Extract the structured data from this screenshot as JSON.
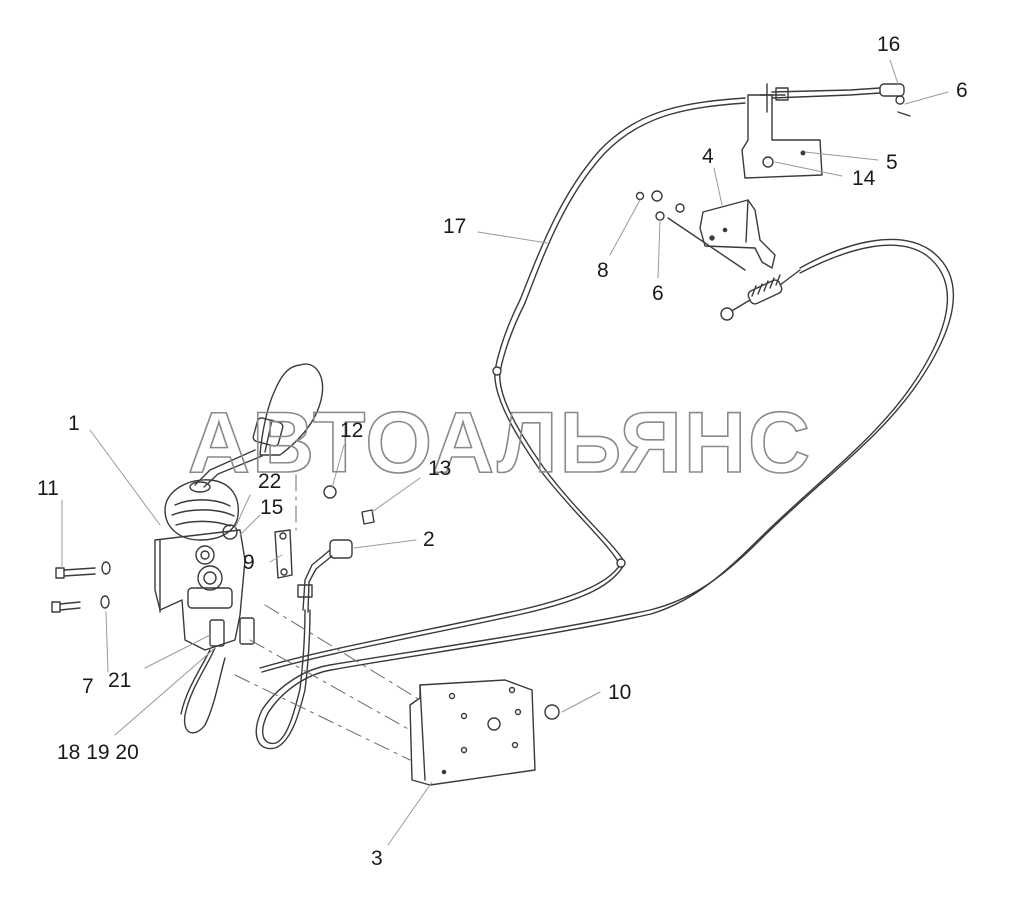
{
  "watermark": {
    "text": "АВТОАЛЬЯНС"
  },
  "callouts": {
    "c1": "1",
    "c2": "2",
    "c3": "3",
    "c4": "4",
    "c5": "5",
    "c6a": "6",
    "c6b": "6",
    "c7": "7",
    "c8": "8",
    "c9": "9",
    "c10": "10",
    "c11": "11",
    "c12": "12",
    "c13": "13",
    "c14": "14",
    "c15": "15",
    "c16": "16",
    "c17": "17",
    "c18_20": "18 19 20",
    "c21": "21",
    "c22": "22"
  },
  "colors": {
    "line": "#3a3a3a",
    "leader": "#9a9a9a",
    "watermark_stroke": "#8a8a8a"
  }
}
